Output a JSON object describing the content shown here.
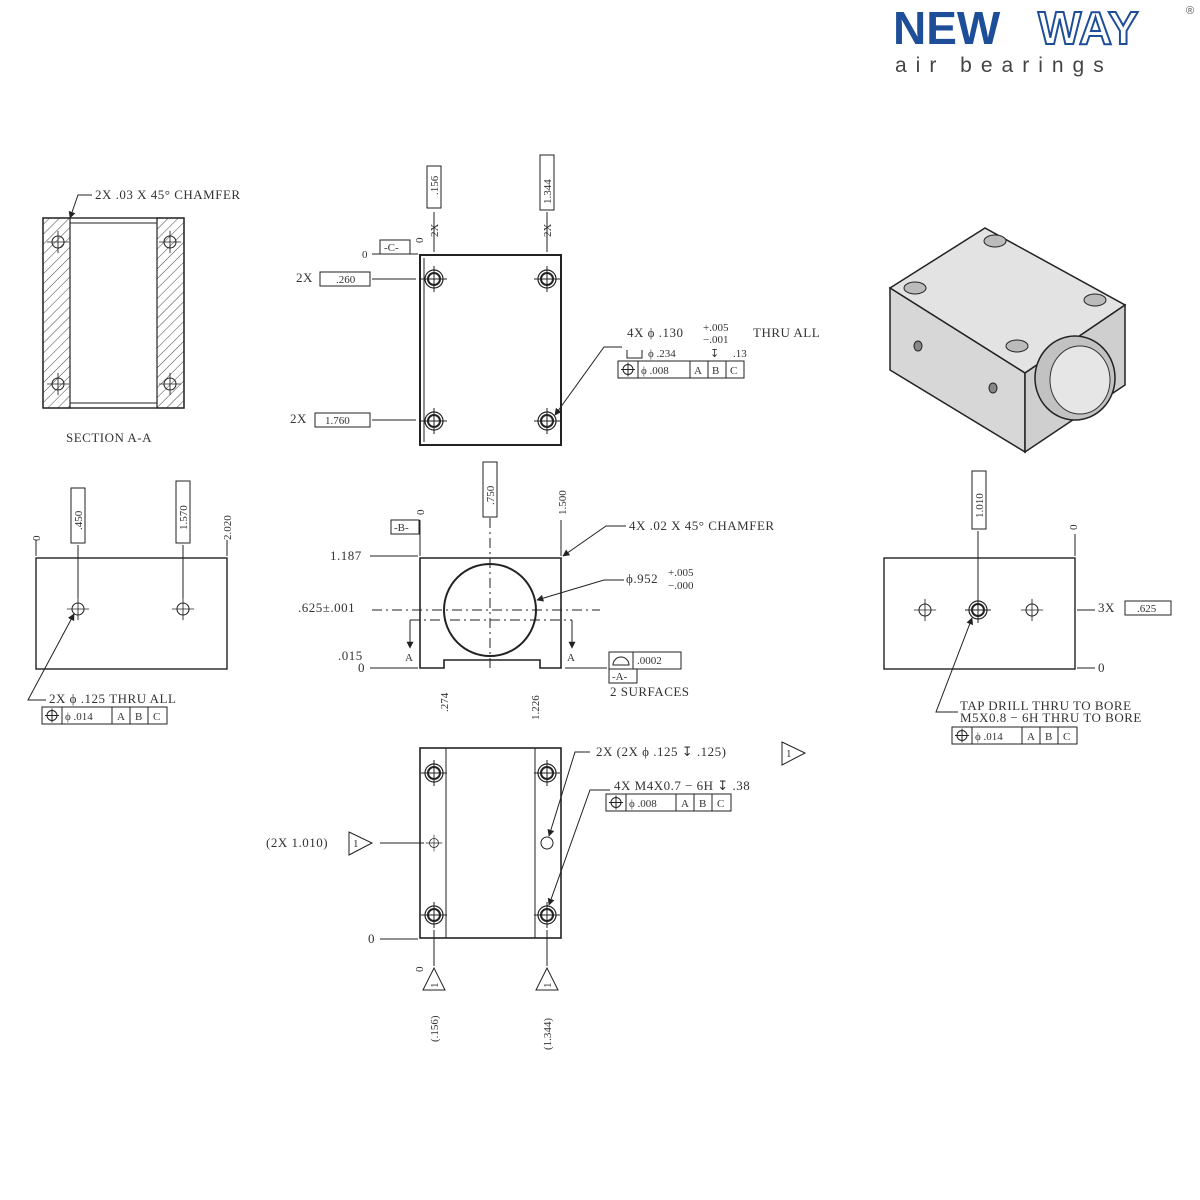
{
  "logo": {
    "brand_first": "NEW",
    "brand_second": "WAY",
    "registered": "®",
    "tagline": "air bearings",
    "brand_color": "#1f4e99"
  },
  "section_view": {
    "chamfer_note": "2X .03 X 45° CHAMFER",
    "title": "SECTION A-A"
  },
  "top_view": {
    "dim_156": ".156",
    "dim_1344": "1.344",
    "zero_top": "0",
    "qty_left": "2X",
    "qty_right": "2X",
    "datum_c": "-C-",
    "zero_c": "0",
    "row1_qty": "2X",
    "row1_value": ".260",
    "row2_qty": "2X",
    "row2_value": "1.760",
    "hole_note": "4X ϕ .130",
    "hole_tol_plus": "+.005",
    "hole_tol_minus": "−.001",
    "hole_thru": "THRU ALL",
    "cbore_note": "ϕ .234",
    "cbore_depth": ".13",
    "fcf": {
      "tolerance": "ϕ .008",
      "datums": [
        "A",
        "B",
        "C"
      ]
    }
  },
  "front_view": {
    "zero_left": "0",
    "dim_450": ".450",
    "dim_1570": "1.570",
    "dim_2020": "2.020",
    "hole_note": "2X ϕ .125 THRU ALL",
    "fcf": {
      "tolerance": "ϕ .014",
      "datums": [
        "A",
        "B",
        "C"
      ]
    }
  },
  "end_view": {
    "dim_750": ".750",
    "dim_1500": "1.500",
    "zero_top": "0",
    "datum_b": "-B-",
    "dim_1187": "1.187",
    "chamfer_note": "4X .02 X 45° CHAMFER",
    "bore_dia": "ϕ.952",
    "bore_tol_plus": "+.005",
    "bore_tol_minus": "−.000",
    "dim_625": ".625±.001",
    "dim_015": ".015",
    "zero_bottom": "0",
    "section_label": "A",
    "flatness": ".0002",
    "datum_a": "-A-",
    "surfaces_note": "2 SURFACES",
    "dim_274": ".274",
    "dim_1226": "1.226"
  },
  "side_view": {
    "dim_1010": "1.010",
    "zero_top": "0",
    "qty": "3X",
    "dim_625": ".625",
    "zero_right": "0",
    "tap_note_1": "TAP DRILL THRU TO BORE",
    "tap_note_2": "M5X0.8 − 6H THRU TO BORE",
    "fcf": {
      "tolerance": "ϕ .014",
      "datums": [
        "A",
        "B",
        "C"
      ]
    }
  },
  "bottom_view": {
    "pin_note": "2X (2X ϕ .125 ↧ .125)",
    "flag": "1",
    "thread_note": "4X M4X0.7 − 6H ↧ .38",
    "fcf": {
      "tolerance": "ϕ .008",
      "datums": [
        "A",
        "B",
        "C"
      ]
    },
    "ref_dim": "(2X 1.010)",
    "zero_left": "0",
    "zero_bottom": "0",
    "dim_156": "(.156)",
    "dim_1344": "(1.344)"
  }
}
